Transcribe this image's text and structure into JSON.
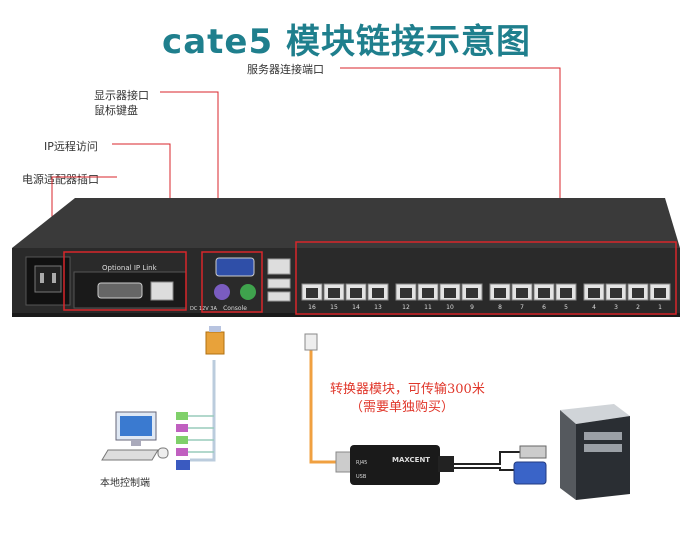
{
  "title": "cate5 模块链接示意图",
  "labels": {
    "server_ports": "服务器连接端口",
    "monitor_port": "显示器接口",
    "keyboard_mouse": "鼠标键盘",
    "ip_access": "IP远程访问",
    "power_socket": "电源适配器插口",
    "local_console": "本地控制端"
  },
  "device": {
    "optional_ip_link": "Optional IP Link",
    "console_label": "Console",
    "power_spec": "DC 12V 3A",
    "port_numbers": [
      "16",
      "15",
      "14",
      "13",
      "12",
      "11",
      "10",
      "9",
      "8",
      "7",
      "6",
      "5",
      "4",
      "3",
      "2",
      "1"
    ]
  },
  "converter": {
    "note_line1": "转换器模块，可传输300米",
    "note_line2": "（需要单独购买）",
    "brand": "MAXCENT",
    "rj45_label": "RJ45",
    "usb_label": "USB"
  },
  "colors": {
    "title": "#1f7f8d",
    "highlight_box": "#d8262b",
    "cable_orange": "#f0a040",
    "note_red": "#e0362a",
    "chassis": "#2a2a2a"
  }
}
